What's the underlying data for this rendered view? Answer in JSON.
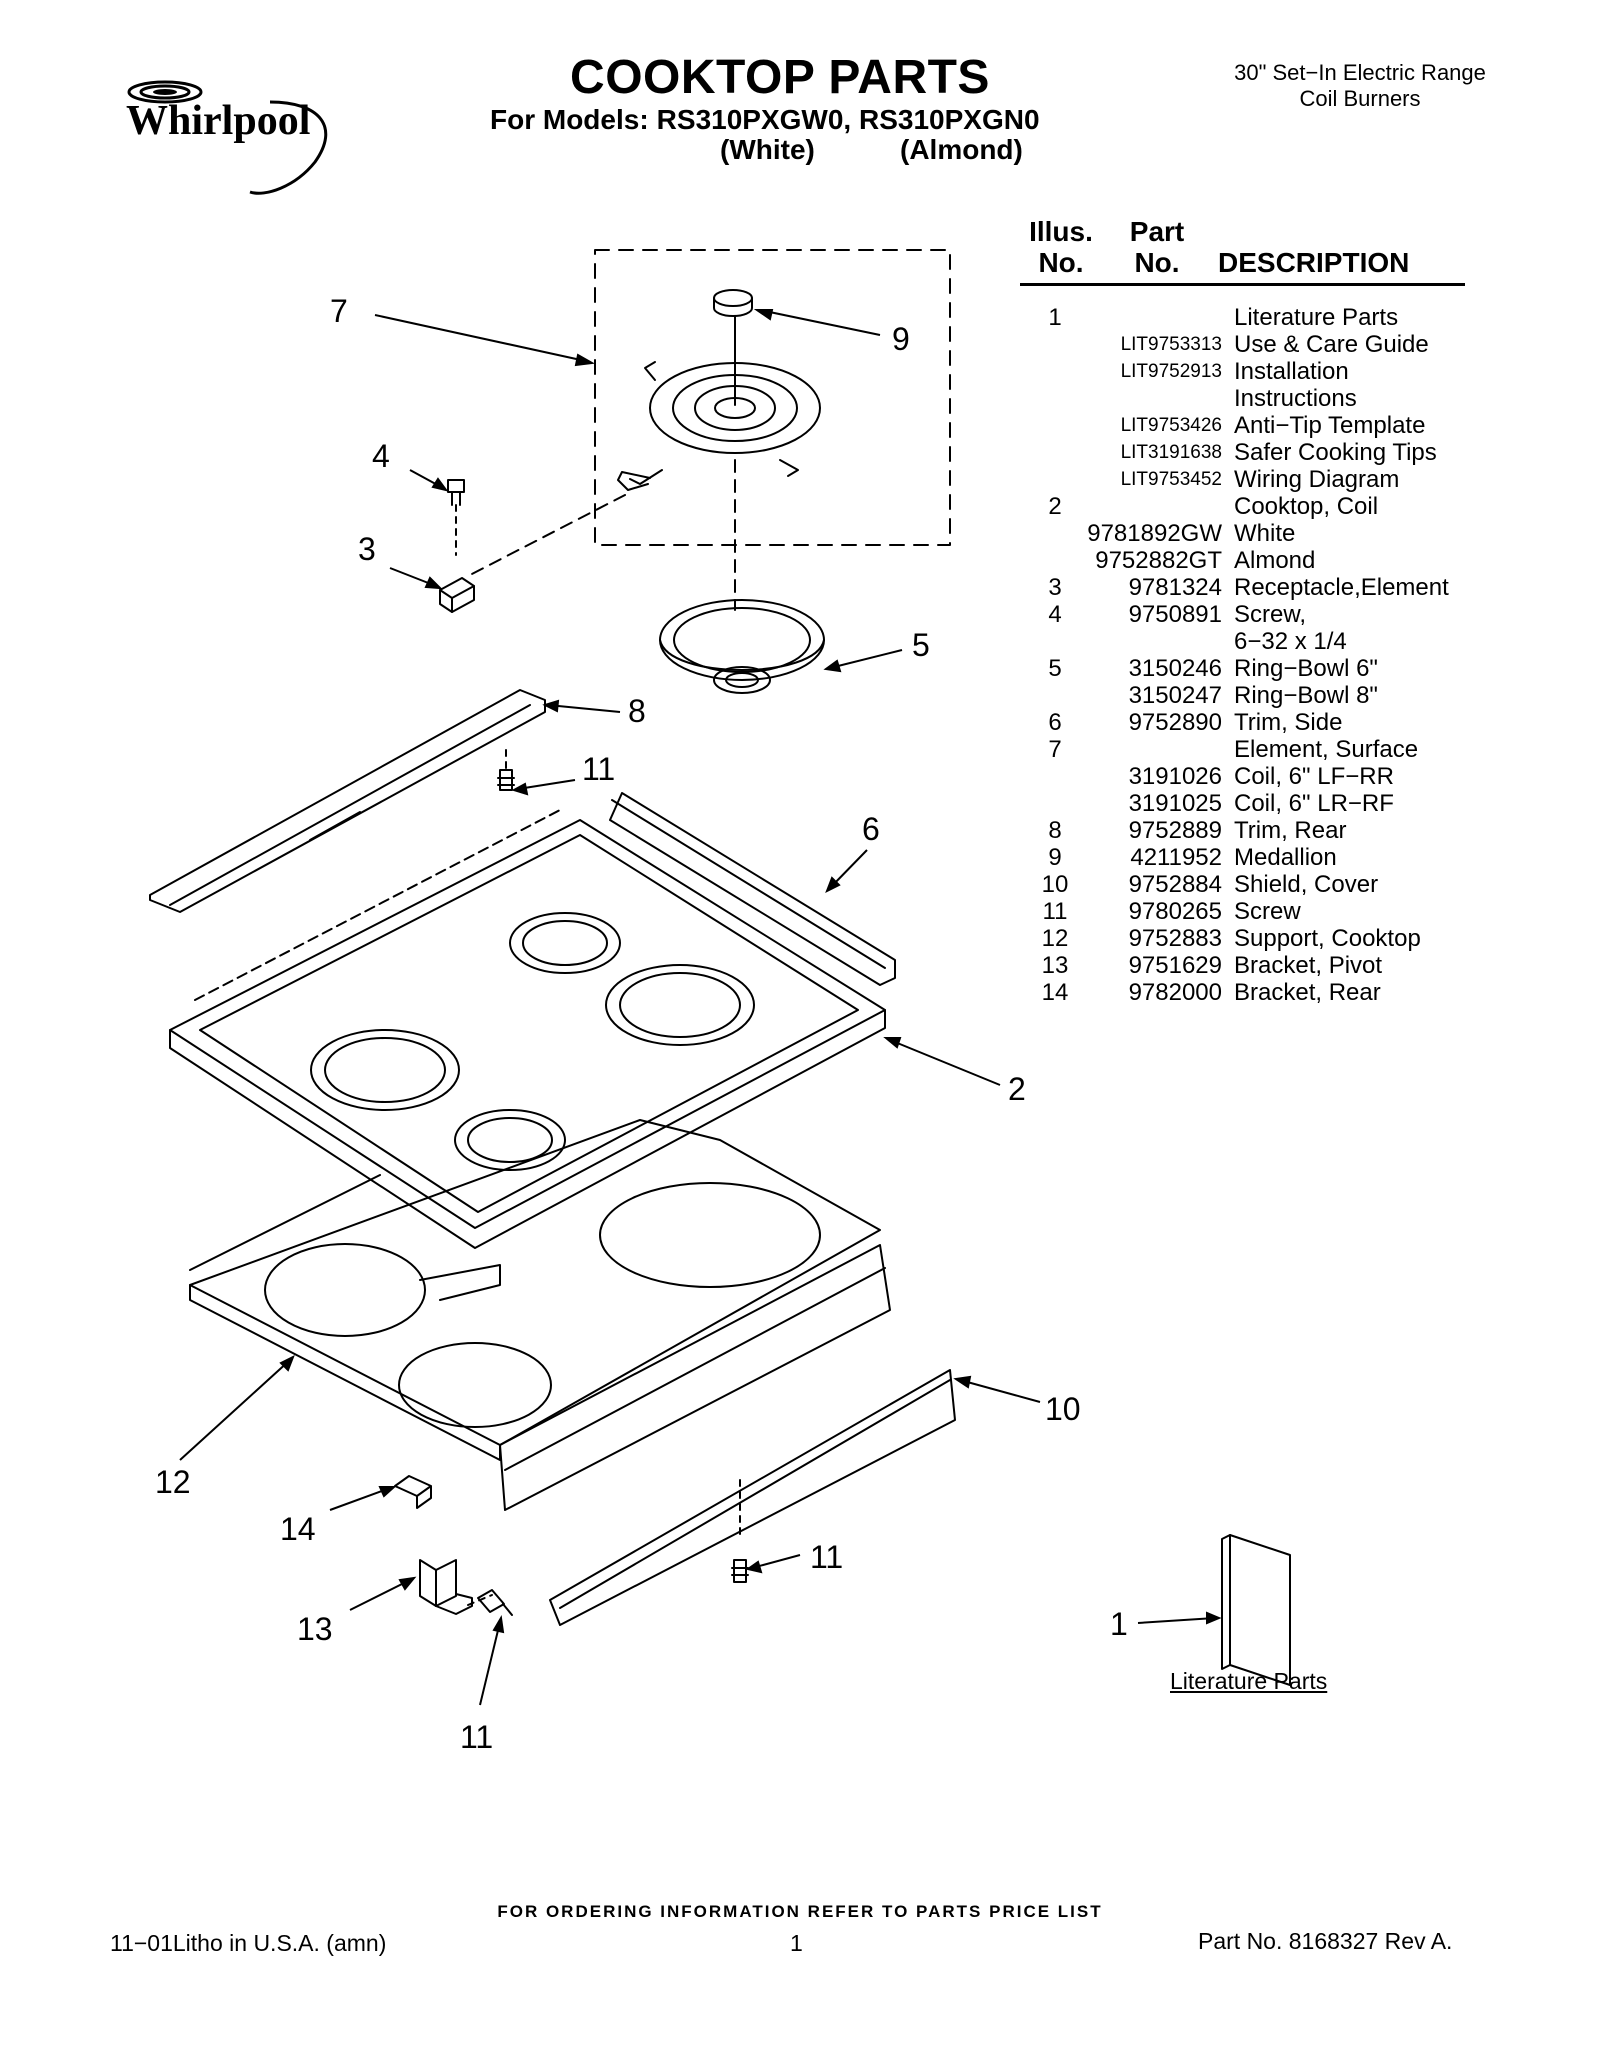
{
  "header": {
    "brand": "Whirlpool",
    "title": "COOKTOP PARTS",
    "models_label": "For Models:",
    "models": "RS310PXGW0, RS310PXGN0",
    "color_white": "(White)",
    "color_almond": "(Almond)",
    "product_line1": "30\" Set−In Electric Range",
    "product_line2": "Coil Burners"
  },
  "table": {
    "col_illus_line1": "Illus.",
    "col_illus_line2": "No.",
    "col_part_line1": "Part",
    "col_part_line2": "No.",
    "col_desc": "DESCRIPTION",
    "rows": [
      {
        "illus": "1",
        "part": "",
        "desc": "Literature Parts"
      },
      {
        "illus": "",
        "part": "LIT9753313",
        "desc": "Use & Care Guide"
      },
      {
        "illus": "",
        "part": "LIT9752913",
        "desc": "Installation"
      },
      {
        "illus": "",
        "part": "",
        "desc": "Instructions"
      },
      {
        "illus": "",
        "part": "LIT9753426",
        "desc": "Anti−Tip Template"
      },
      {
        "illus": "",
        "part": "LIT3191638",
        "desc": "Safer Cooking Tips"
      },
      {
        "illus": "",
        "part": "LIT9753452",
        "desc": "Wiring Diagram"
      },
      {
        "illus": "2",
        "part": "",
        "desc": "Cooktop, Coil"
      },
      {
        "illus": "",
        "part": "9781892GW",
        "desc": "White"
      },
      {
        "illus": "",
        "part": "9752882GT",
        "desc": "Almond"
      },
      {
        "illus": "3",
        "part": "9781324",
        "desc": "Receptacle,Element"
      },
      {
        "illus": "4",
        "part": "9750891",
        "desc": "Screw,"
      },
      {
        "illus": "",
        "part": "",
        "desc": "6−32 x 1/4"
      },
      {
        "illus": "5",
        "part": "3150246",
        "desc": "Ring−Bowl 6\""
      },
      {
        "illus": "",
        "part": "3150247",
        "desc": "Ring−Bowl 8\""
      },
      {
        "illus": "6",
        "part": "9752890",
        "desc": "Trim, Side"
      },
      {
        "illus": "7",
        "part": "",
        "desc": "Element, Surface"
      },
      {
        "illus": "",
        "part": "3191026",
        "desc": "Coil, 6\" LF−RR"
      },
      {
        "illus": "",
        "part": "3191025",
        "desc": "Coil, 6\" LR−RF"
      },
      {
        "illus": "8",
        "part": "9752889",
        "desc": "Trim, Rear"
      },
      {
        "illus": "9",
        "part": "4211952",
        "desc": "Medallion"
      },
      {
        "illus": "10",
        "part": "9752884",
        "desc": "Shield, Cover"
      },
      {
        "illus": "11",
        "part": "9780265",
        "desc": "Screw"
      },
      {
        "illus": "12",
        "part": "9752883",
        "desc": "Support, Cooktop"
      },
      {
        "illus": "13",
        "part": "9751629",
        "desc": "Bracket, Pivot"
      },
      {
        "illus": "14",
        "part": "9782000",
        "desc": "Bracket, Rear"
      }
    ]
  },
  "diagram": {
    "callouts": {
      "c7": "7",
      "c9": "9",
      "c4": "4",
      "c3": "3",
      "c5": "5",
      "c8": "8",
      "c11a": "11",
      "c6": "6",
      "c2": "2",
      "c10": "10",
      "c12": "12",
      "c14": "14",
      "c11b": "11",
      "c13": "13",
      "c11c": "11",
      "c1": "1"
    },
    "literature_label": "Literature Parts"
  },
  "footer": {
    "ordering": "FOR ORDERING INFORMATION REFER TO PARTS PRICE LIST",
    "litho": "11−01Litho in U.S.A. (amn)",
    "page": "1",
    "part_no": "Part No. 8168327 Rev A."
  }
}
